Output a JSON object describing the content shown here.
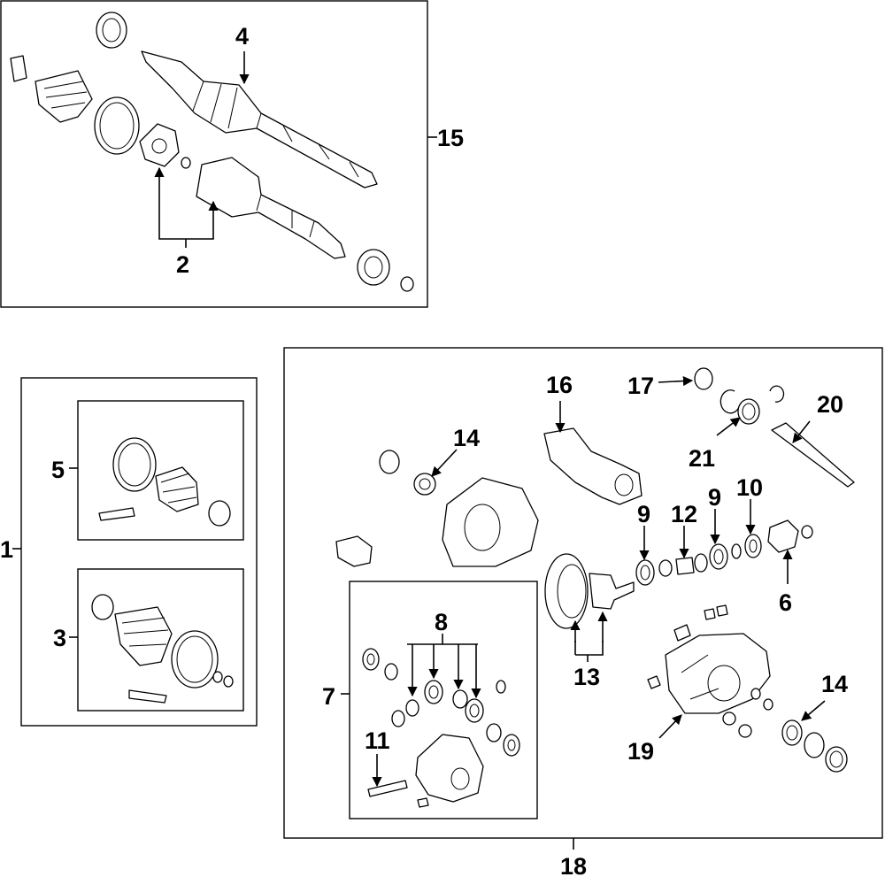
{
  "callouts": {
    "c1": "1",
    "c2": "2",
    "c3": "3",
    "c4": "4",
    "c5": "5",
    "c6": "6",
    "c7": "7",
    "c8": "8",
    "c9a": "9",
    "c9b": "9",
    "c10": "10",
    "c11": "11",
    "c12": "12",
    "c13": "13",
    "c14a": "14",
    "c14b": "14",
    "c15": "15",
    "c16": "16",
    "c17": "17",
    "c18": "18",
    "c19": "19",
    "c20": "20",
    "c21": "21"
  }
}
